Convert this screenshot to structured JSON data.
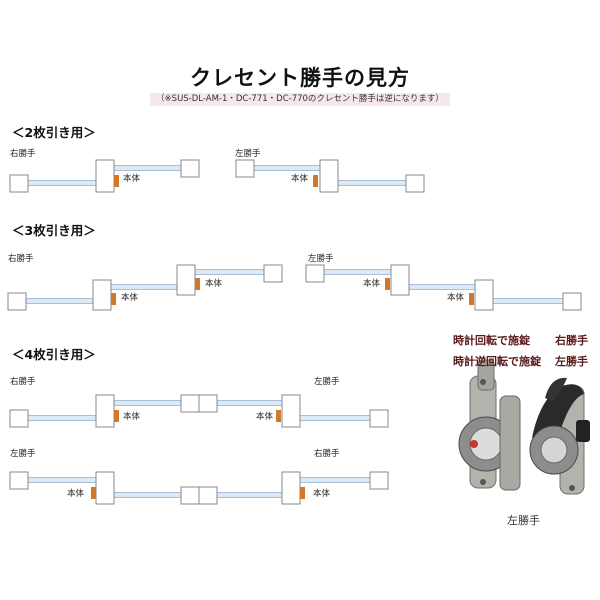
{
  "title": "クレセント勝手の見方",
  "subtitle": "（※SUS-DL-AM-1・DC-771・DC-770のクレセント勝手は逆になります）",
  "sections": {
    "two": "＜2枚引き用＞",
    "three": "＜3枚引き用＞",
    "four": "＜4枚引き用＞"
  },
  "labels": {
    "right_hand": "右勝手",
    "left_hand": "左勝手",
    "body": "本体"
  },
  "legend": {
    "clockwise": "時計回転で施錠",
    "clockwise_hand": "右勝手",
    "counterclockwise": "時計逆回転で施錠",
    "counterclockwise_hand": "左勝手"
  },
  "photo_caption": "左勝手",
  "colors": {
    "rail": "#b9cfe6",
    "frame": "#888888",
    "body_mark": "#d2782a",
    "subtitle_bg": "#f6e6ee"
  }
}
